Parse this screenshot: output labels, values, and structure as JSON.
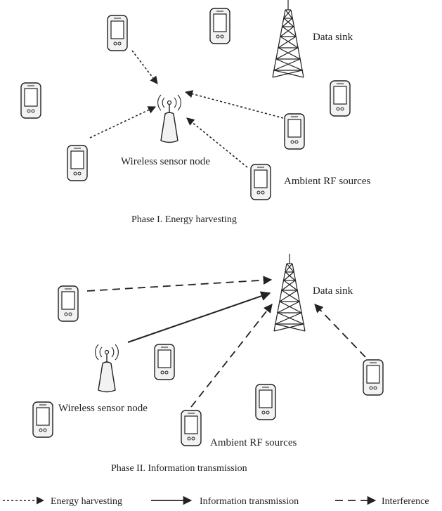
{
  "phase1": {
    "caption": "Phase I. Energy harvesting",
    "sink_label": "Data sink",
    "node_label": "Wireless sensor node",
    "sources_label": "Ambient RF sources"
  },
  "phase2": {
    "caption": "Phase II. Information transmission",
    "sink_label": "Data sink",
    "node_label": "Wireless sensor node",
    "sources_label": "Ambient RF sources"
  },
  "legend": {
    "energy": "Energy harvesting",
    "information": "Information transmission",
    "interference": "Interference"
  },
  "colors": {
    "ink": "#222222",
    "device_fill": "#f2f2f2"
  },
  "icons": [
    "mobile-device-icon",
    "sensor-node-icon",
    "data-sink-tower-icon"
  ]
}
